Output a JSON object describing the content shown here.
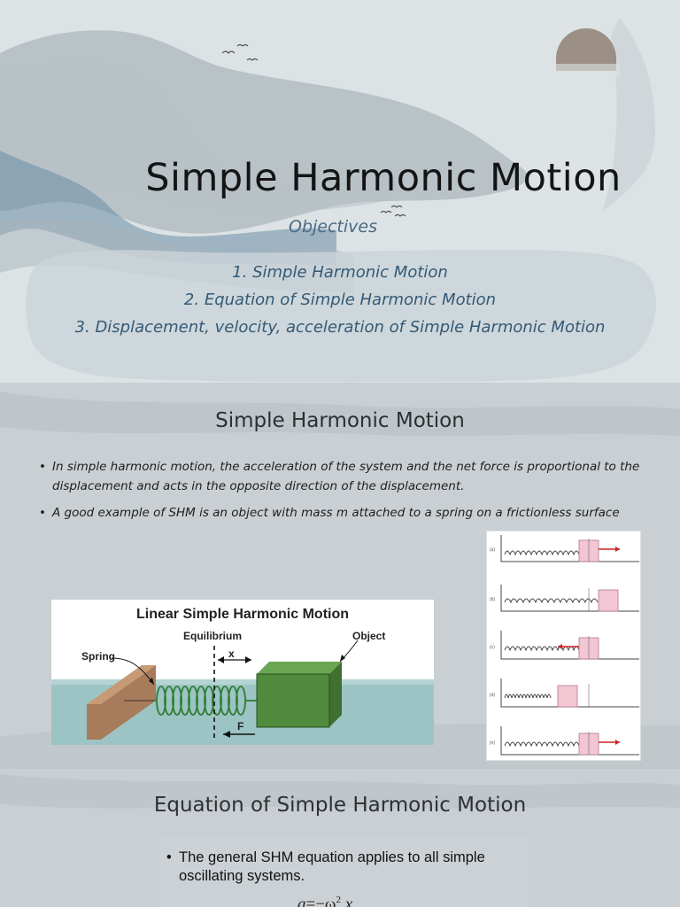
{
  "slide1": {
    "title": "Simple Harmonic Motion",
    "subtitle": "Objectives",
    "objectives": [
      "1. Simple Harmonic Motion",
      "2. Equation of Simple Harmonic Motion",
      "3. Displacement, velocity, acceleration of Simple Harmonic Motion"
    ]
  },
  "slide2": {
    "title": "Simple Harmonic Motion",
    "bullets": [
      "In simple harmonic motion, the acceleration of the system and the net force is proportional to the displacement and acts in the opposite direction of the displacement.",
      " A good example of SHM is an object with mass m attached to a spring on a frictionless surface"
    ],
    "figure": {
      "title": "Linear Simple Harmonic Motion",
      "labels": {
        "equilibrium": "Equilibrium",
        "object": "Object",
        "spring": "Spring",
        "x": "x",
        "f": "F"
      }
    },
    "panel_labels": [
      "(a)",
      "(b)",
      "(c)",
      "(d)",
      "(e)"
    ]
  },
  "slide3": {
    "title": "Equation of Simple Harmonic Motion",
    "bullet": "The general SHM equation applies to all simple oscillating systems.",
    "formula_lhs": "a",
    "formula_mid": "=−ω",
    "formula_exp": "2",
    "formula_rhs": "x"
  },
  "colors": {
    "slide_bg": "#dde3e4",
    "title_text": "#141414",
    "objective_text": "#345a77",
    "mass_fill": "#f3c6d4",
    "block_green": "#4f8a3d",
    "wall_brown": "#a87b5a",
    "water": "#9cc4c4"
  }
}
